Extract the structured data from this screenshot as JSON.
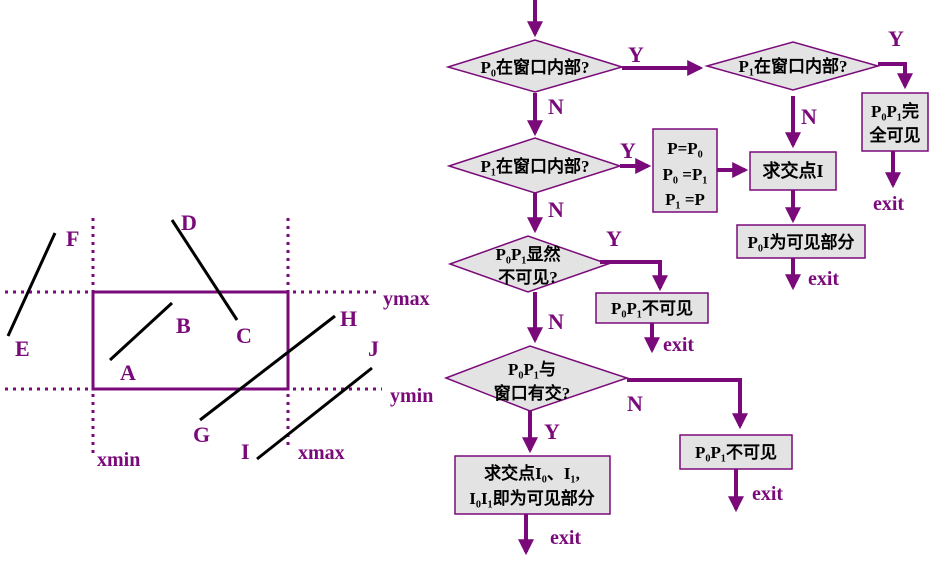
{
  "colors": {
    "accent": "#7a0a7a",
    "box_fill": "#e3e3e3",
    "line": "#000000"
  },
  "left_diagram": {
    "window_labels": {
      "xmin": "xmin",
      "xmax": "xmax",
      "ymin": "ymin",
      "ymax": "ymax"
    },
    "segment_labels": {
      "A": "A",
      "B": "B",
      "C": "C",
      "D": "D",
      "E": "E",
      "F": "F",
      "G": "G",
      "H": "H",
      "I": "I",
      "J": "J"
    }
  },
  "flowchart": {
    "d1": "P₀在窗口内部?",
    "d2": "P₁在窗口内部?",
    "d3": "P₁在窗口内部?",
    "d4": [
      "P₀P₁显然",
      "不可见?"
    ],
    "d5": [
      "P₀P₁与",
      "窗口有交?"
    ],
    "box_swap": [
      "P=P₀",
      "P₀ =P₁",
      "P₁ =P"
    ],
    "box_intersect_i": "求交点I",
    "box_p0i_visible": "P₀I为可见部分",
    "box_fully_visible": [
      "P₀P₁完",
      "全可见"
    ],
    "box_invisible_1": "P₀P₁不可见",
    "box_invisible_2": "P₀P₁不可见",
    "box_intersect_i0i1": [
      "求交点I₀、I₁,",
      "I₀I₁即为可见部分"
    ],
    "yes": "Y",
    "no": "N",
    "exit": "exit"
  }
}
